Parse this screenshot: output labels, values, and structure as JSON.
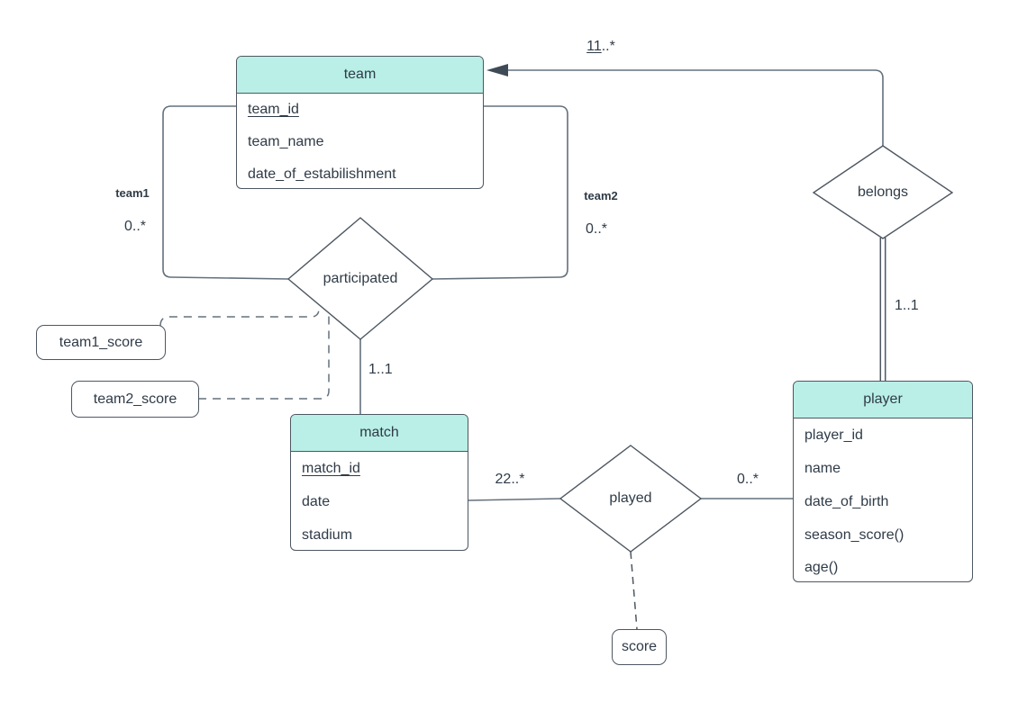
{
  "diagram": {
    "kind": "entity-relationship",
    "colors": {
      "entity_header_fill": "#b9efe6",
      "shape_stroke": "#4d5761",
      "connector_stroke": "#64707c",
      "text": "#2f3b47",
      "background": "#ffffff"
    },
    "entities": {
      "team": {
        "title": "team",
        "attributes": [
          {
            "label": "team_id",
            "underline": true
          },
          {
            "label": "team_name",
            "underline": false
          },
          {
            "label": "date_of_estabilishment",
            "underline": false
          }
        ]
      },
      "match": {
        "title": "match",
        "attributes": [
          {
            "label": "match_id",
            "underline": true
          },
          {
            "label": "date",
            "underline": false
          },
          {
            "label": "stadium",
            "underline": false
          }
        ]
      },
      "player": {
        "title": "player",
        "attributes": [
          {
            "label": "player_id",
            "underline": false
          },
          {
            "label": "name",
            "underline": false
          },
          {
            "label": "date_of_birth",
            "underline": false
          },
          {
            "label": "season_score()",
            "underline": false
          },
          {
            "label": "age()",
            "underline": false
          }
        ]
      }
    },
    "relationships": {
      "participated": {
        "label": "participated"
      },
      "belongs": {
        "label": "belongs"
      },
      "played": {
        "label": "played"
      }
    },
    "relationship_attributes": {
      "team1_score": {
        "label": "team1_score",
        "attached_to": "participated",
        "line_style": "dashed"
      },
      "team2_score": {
        "label": "team2_score",
        "attached_to": "participated",
        "line_style": "dashed"
      },
      "score": {
        "label": "score",
        "attached_to": "played",
        "line_style": "dashed"
      }
    },
    "edge_labels": {
      "team_belongs": {
        "underlined_part": "11",
        "rest": "..*"
      },
      "team1_role": {
        "role": "team1",
        "cardinality": "0..*"
      },
      "team2_role": {
        "role": "team2",
        "cardinality": "0..*"
      },
      "participated_match": {
        "cardinality": "1..1"
      },
      "belongs_player": {
        "cardinality": "1..1"
      },
      "match_played": {
        "cardinality": "22..*"
      },
      "played_player": {
        "cardinality": "0..*"
      }
    }
  }
}
